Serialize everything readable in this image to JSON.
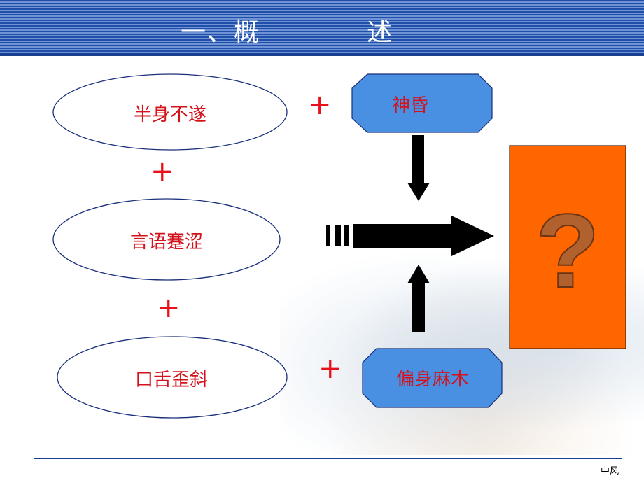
{
  "slide": {
    "title_left": "一、概",
    "title_right": "述",
    "footer": "中风"
  },
  "symptoms": [
    {
      "label": "半身不遂"
    },
    {
      "label": "言语蹇涩"
    },
    {
      "label": "口舌歪斜"
    }
  ],
  "extras": [
    {
      "label": "神昏"
    },
    {
      "label": "偏身麻木"
    }
  ],
  "plus_sign": "+",
  "question": "?",
  "colors": {
    "accent_red": "#d3121b",
    "octagon_fill": "#4a90e2",
    "question_box": "#ff6600",
    "question_mark": "#b0612e",
    "header_blue": "#1f4fa8"
  }
}
